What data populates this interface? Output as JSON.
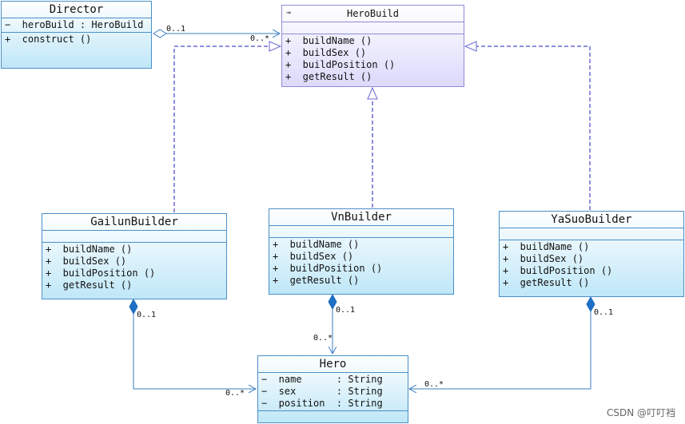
{
  "classes": {
    "director": {
      "name": "Director",
      "attributes": [
        "−  heroBuild : HeroBuild"
      ],
      "operations": [
        "+  construct ()"
      ]
    },
    "herobuild": {
      "name": "HeroBuild",
      "operations": [
        "+  buildName ()",
        "+  buildSex ()",
        "+  buildPosition ()",
        "+  getResult ()"
      ]
    },
    "gailun": {
      "name": "GailunBuilder",
      "operations": [
        "+  buildName ()",
        "+  buildSex ()",
        "+  buildPosition ()",
        "+  getResult ()"
      ]
    },
    "vn": {
      "name": "VnBuilder",
      "operations": [
        "+  buildName ()",
        "+  buildSex ()",
        "+  buildPosition ()",
        "+  getResult ()"
      ]
    },
    "yasuo": {
      "name": "YaSuoBuilder",
      "operations": [
        "+  buildName ()",
        "+  buildSex ()",
        "+  buildPosition ()",
        "+  getResult ()"
      ]
    },
    "hero": {
      "name": "Hero",
      "attributes": [
        "−  name      : String",
        "−  sex       : String",
        "−  position  : String"
      ]
    }
  },
  "multiplicities": {
    "director_src": "0..1",
    "director_dst": "0..*",
    "gailun_src": "0..1",
    "gailun_dst": "0..*",
    "vn_src": "0..1",
    "vn_dst": "0..*",
    "yasuo_src": "0..1",
    "yasuo_dst": "0..*"
  },
  "watermark": "CSDN @叮叮裆",
  "colors": {
    "line": "#3a7cc4",
    "realization": "#6a6ad0",
    "class_border": "#4a8fc8",
    "interface_border": "#8c8cd8"
  }
}
